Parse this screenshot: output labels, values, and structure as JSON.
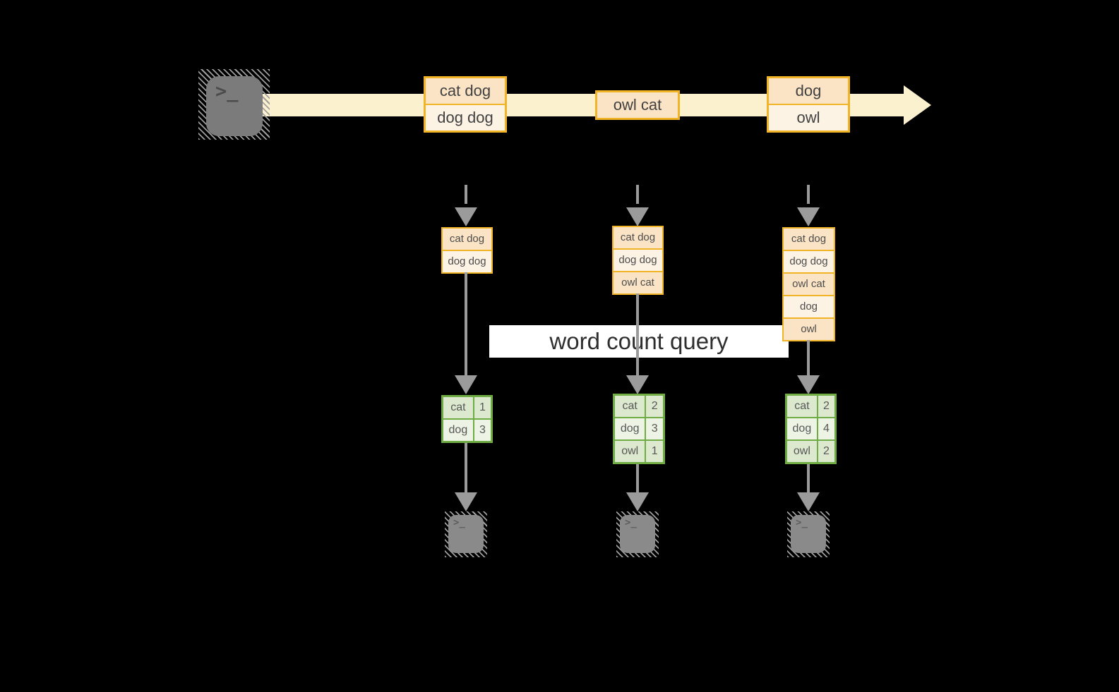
{
  "banner": {
    "label": "word count query"
  },
  "terminal": {
    "chevron": ">",
    "underscore": "_"
  },
  "stream": {
    "events": [
      {
        "rows": [
          "cat dog",
          "dog dog"
        ]
      },
      {
        "rows": [
          "owl cat"
        ]
      },
      {
        "rows": [
          "dog",
          "owl"
        ]
      }
    ]
  },
  "columns": [
    {
      "buffer": [
        "cat dog",
        "dog dog"
      ],
      "counts": [
        {
          "word": "cat",
          "value": "1"
        },
        {
          "word": "dog",
          "value": "3"
        }
      ]
    },
    {
      "buffer": [
        "cat dog",
        "dog dog",
        "owl cat"
      ],
      "counts": [
        {
          "word": "cat",
          "value": "2"
        },
        {
          "word": "dog",
          "value": "3"
        },
        {
          "word": "owl",
          "value": "1"
        }
      ]
    },
    {
      "buffer": [
        "cat dog",
        "dog dog",
        "owl cat",
        "dog",
        "owl"
      ],
      "counts": [
        {
          "word": "cat",
          "value": "2"
        },
        {
          "word": "dog",
          "value": "4"
        },
        {
          "word": "owl",
          "value": "2"
        }
      ]
    }
  ],
  "colors": {
    "background": "#000000",
    "stream_band": "#FCF1CE",
    "orange_border": "#F1B426",
    "peach_fill": "#FBE4C6",
    "cream_fill": "#FDF3E5",
    "green_border": "#6FAC43",
    "green_fill_dark": "#DDE9CE",
    "green_fill_light": "#EDF4E5",
    "arrow_gray": "#9B9B9B",
    "banner_bg": "#FFFFFF"
  }
}
